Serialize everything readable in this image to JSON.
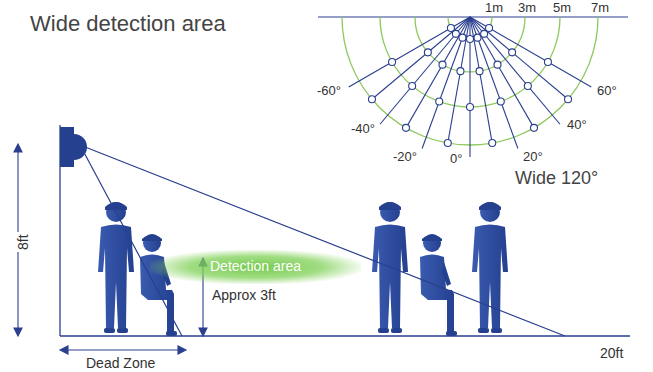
{
  "diagram": {
    "title": "Wide detection area",
    "nodes": [
      {
        "text": [
          "Detection area"
        ]
      }
    ],
    "labels": [
      "1m",
      "3m",
      "5m",
      "7m",
      "-60°",
      "60°",
      "-40°",
      "40°",
      "-20°",
      "20°",
      "0°",
      "Wide 120°",
      "8ft",
      "Approx 3ft",
      "Dead Zone",
      "20ft"
    ]
  }
}
